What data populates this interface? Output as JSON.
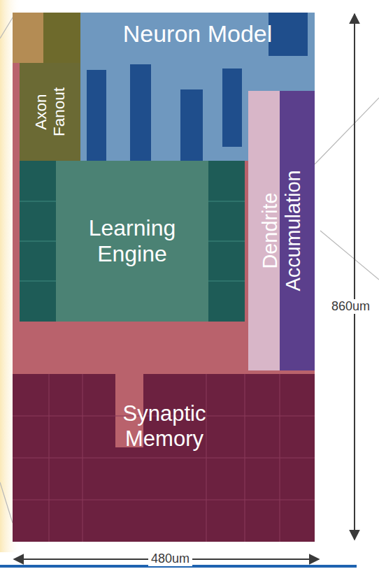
{
  "diagram": {
    "nodes": [
      {
        "text": [
          "Neuron Model"
        ]
      },
      {
        "text": [
          "Axon Fanout"
        ]
      },
      {
        "text": [
          "Learning Engine"
        ]
      },
      {
        "text": [
          "Dendrite Accumulation"
        ]
      },
      {
        "text": [
          "Synaptic Memory"
        ]
      }
    ],
    "labels": [
      "860um",
      "480um"
    ]
  }
}
